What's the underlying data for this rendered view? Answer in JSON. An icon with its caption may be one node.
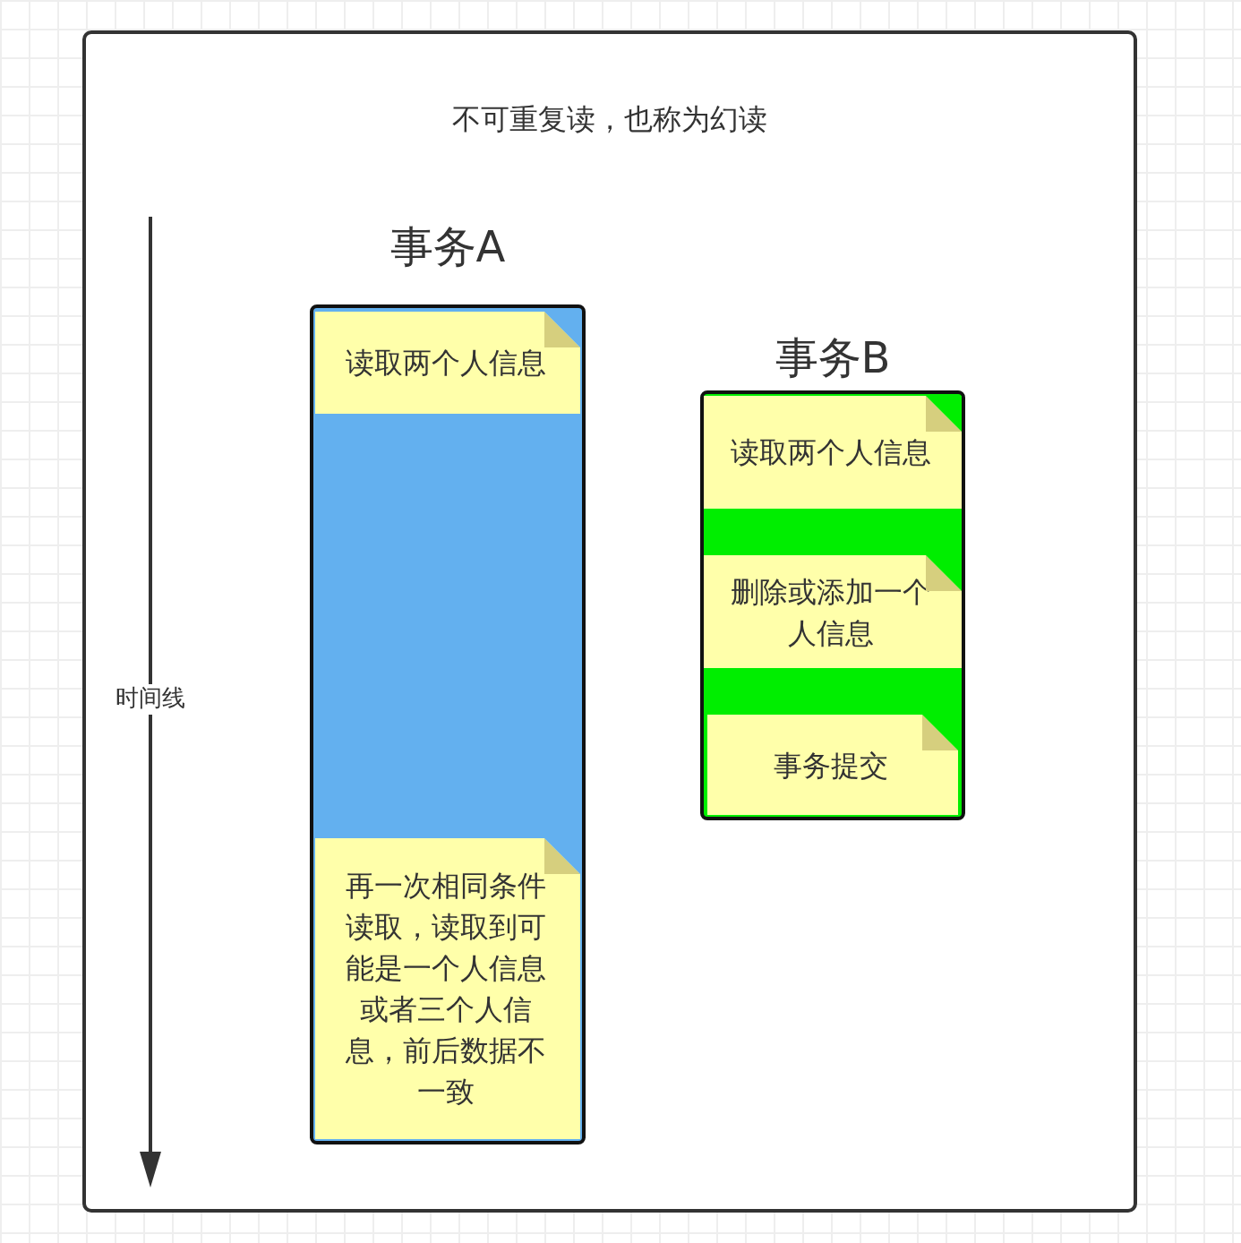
{
  "diagram": {
    "nodes": [
      {
        "text": [
          "不可重复读，也称为幻读"
        ]
      },
      {
        "text": [
          "事务A"
        ],
        "in": 0
      },
      {
        "text": [
          "读取两个人信息"
        ],
        "in": 1
      },
      {
        "text": [
          "再一次相同条件读取，读取到可能是一个人信息或者三个人信息，前后数据不一致"
        ],
        "in": 1
      },
      {
        "text": [
          "事务B"
        ],
        "in": 0
      },
      {
        "text": [
          "读取两个人信息"
        ],
        "in": 4
      },
      {
        "text": [
          "删除或添加一个人信息"
        ],
        "in": 4
      },
      {
        "text": [
          "事务提交"
        ],
        "in": 4
      }
    ],
    "edges": [],
    "labels": [
      "时间线"
    ]
  }
}
